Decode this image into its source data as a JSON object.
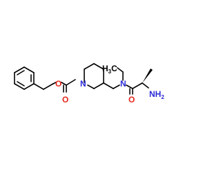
{
  "atoms": {
    "ring_n": {
      "text": "N",
      "color": "#2a2ad6"
    },
    "carbamate_o": {
      "text": "O",
      "color": "#e3261b"
    },
    "carbonyl_o1": {
      "text": "O",
      "color": "#e3261b"
    },
    "amine_n": {
      "text": "N",
      "color": "#2a2ad6"
    },
    "carbonyl_o2": {
      "text": "O",
      "color": "#e3261b"
    },
    "methyl": {
      "main": "H",
      "sub": "3",
      "tail": "C",
      "color": "#000000"
    },
    "amino": {
      "main": "NH",
      "sub": "2",
      "color": "#2a2ad6"
    }
  }
}
